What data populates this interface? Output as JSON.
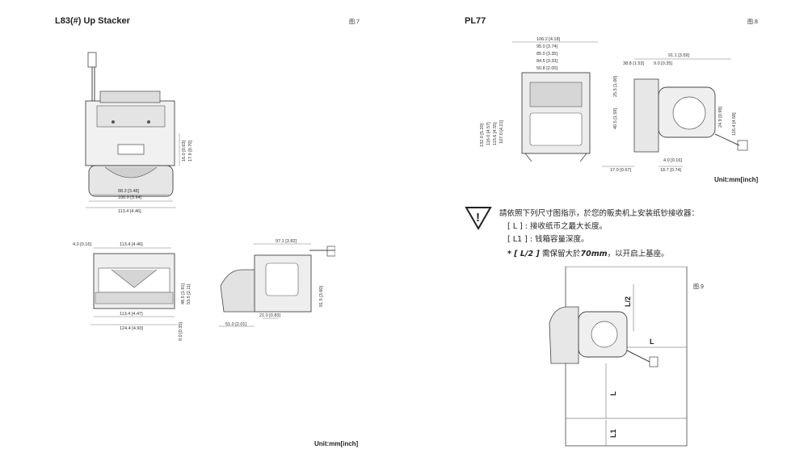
{
  "left_page": {
    "title": "L83(#) Up Stacker",
    "fig_label": "图.7",
    "unit": "Unit:mm[inch]",
    "views": {
      "top": {
        "dims": [
          "88.3 [3.48]",
          "100.0 [3.94]",
          "113.4 [4.46]",
          "16.0 [0.63]",
          "17.9 [0.70]"
        ]
      },
      "front": {
        "dims": [
          "4.0 [0.16]",
          "113.4 [4.46]",
          "113.4 [4.47]",
          "124.4 [4.90]",
          "48.5 [1.91]",
          "53.5 [2.11]",
          "9.0 [0.35]"
        ]
      },
      "side": {
        "dims": [
          "97.1 [3.82]",
          "91.5 [3.60]",
          "21.0 [0.83]",
          "51.0 [2.01]"
        ]
      }
    }
  },
  "right_page": {
    "title": "PL77",
    "fig_label": "图.8",
    "unit": "Unit:mm[inch]",
    "views": {
      "front": {
        "dims": [
          "106.2 [4.18]",
          "95.0 [3.74]",
          "85.0 [3.35]",
          "84.5 [3.33]",
          "50.8 [2.00]",
          "132.0 [5.20]",
          "116.0 [4.57]",
          "115.6 [4.55]",
          "107.0 [4.21]"
        ]
      },
      "side": {
        "dims": [
          "91.1 [3.59]",
          "38.8 [1.53]",
          "9.0 [0.35]",
          "25.5 [1.00]",
          "40.5 [1.59]",
          "24.9 [0.98]",
          "116.4 [4.58]",
          "4.0 [0.16]",
          "17.0 [0.67]",
          "18.7 [0.74]"
        ]
      }
    },
    "warning": {
      "heading": "請依照下列尺寸图指示，於您的販卖机上安装纸钞接收器：",
      "line1": "[ L ] : 接收纸币之最大长度。",
      "line2": "[ L1 ] : 钱箱容量深度。",
      "line3_prefix": "* [ L/2 ] ",
      "line3_text": "需保留大於",
      "line3_value": "70mm",
      "line3_suffix": "，以开启上基座。"
    },
    "install": {
      "fig_label": "图.9",
      "labels": [
        "L/2",
        "L",
        "L",
        "L1"
      ]
    }
  }
}
